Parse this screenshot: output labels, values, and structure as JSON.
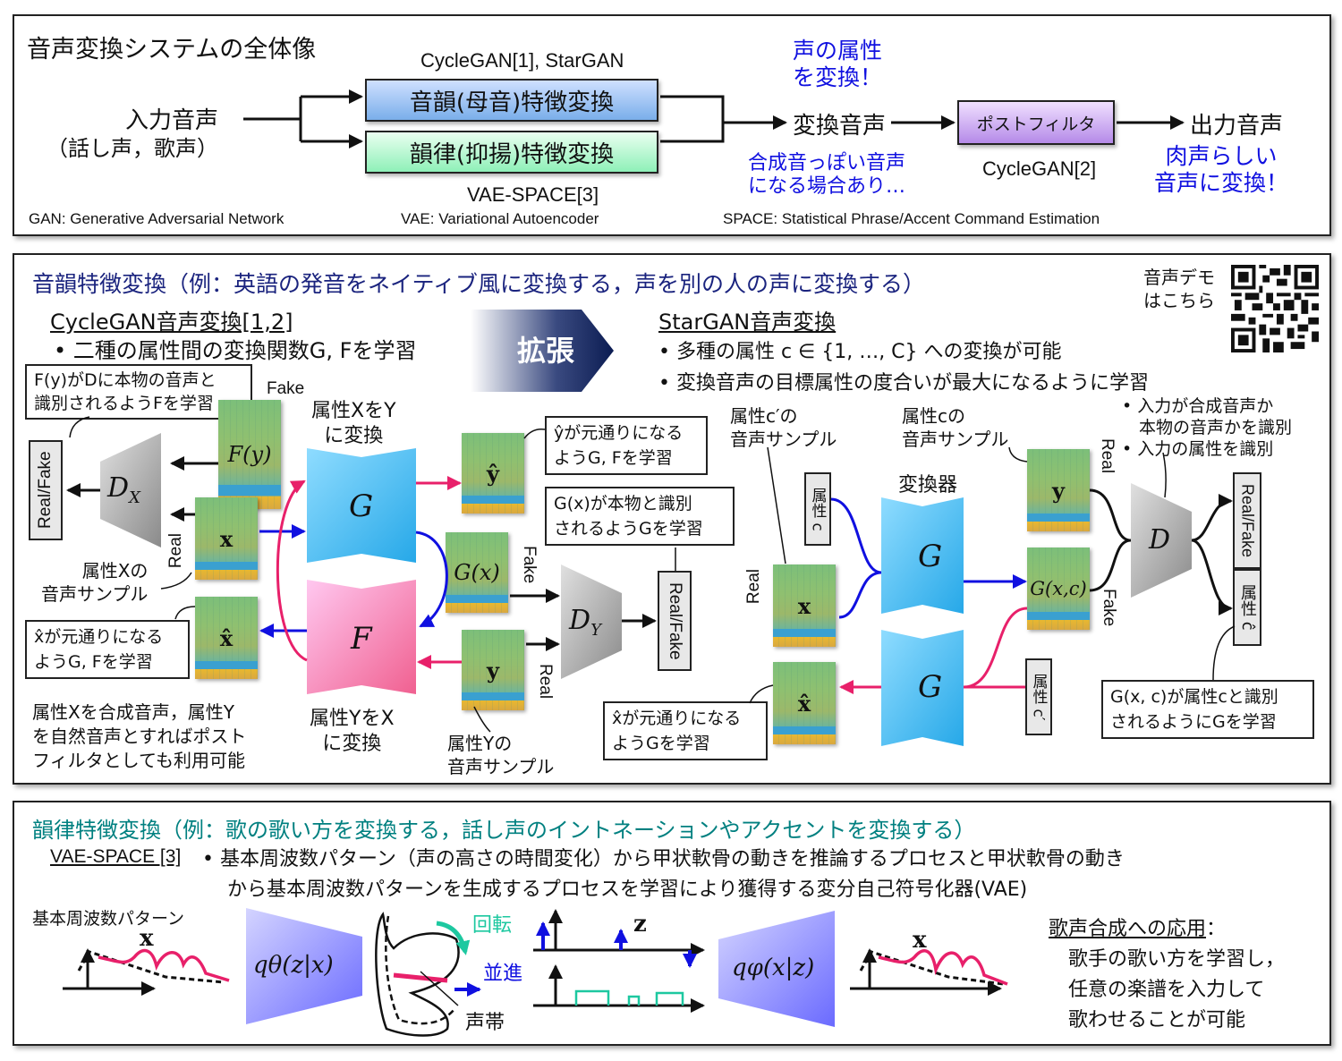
{
  "overview": {
    "title": "音声変換システムの全体像",
    "input_label": "入力音声",
    "input_sub": "（話し声，歌声）",
    "top_method": "CycleGAN[1], StarGAN",
    "box_phonetic": "音韻(母音)特徴変換",
    "box_prosodic": "韻律(抑揚)特徴変換",
    "bottom_method": "VAE-SPACE[3]",
    "converted_label": "変換音声",
    "attr_note": [
      "声の属性",
      "を変換！"
    ],
    "synth_note": [
      "合成音っぽい音声",
      "になる場合あり…"
    ],
    "postfilter_label": "ポストフィルタ",
    "postfilter_method": "CycleGAN[2]",
    "output_label": "出力音声",
    "output_note": [
      "肉声らしい",
      "音声に変換！"
    ],
    "footnotes": {
      "gan": "GAN: Generative Adversarial Network",
      "vae": "VAE: Variational Autoencoder",
      "space": "SPACE: Statistical Phrase/Accent Command Estimation"
    },
    "colors": {
      "note_blue": "#1010e0",
      "phonetic_box_top": "#cfe0ff",
      "phonetic_box_bottom": "#7aaeea",
      "prosodic_box_top": "#eafff0",
      "prosodic_box_bottom": "#8ef0b8",
      "postfilter_top": "#f0e0ff",
      "postfilter_bottom": "#b58ae8"
    }
  },
  "phonetic": {
    "heading": "音韻特徴変換（例：英語の発音をネイティブ風に変換する，声を別の人の声に変換する）",
    "heading_color": "#1a237e",
    "demo_label": [
      "音声デモ",
      "はこちら"
    ],
    "qr_icon": "qr-code-icon",
    "cyclegan": {
      "title": "CycleGAN音声変換[1,2]",
      "bullet": "• 二種の属性間の変換関数G, Fを学習",
      "note_fy": [
        "F(y)がDに本物の音声と",
        "識別されるようFを学習"
      ],
      "fake_top": "Fake",
      "real_left": "Real",
      "realfake_left": "Real/Fake",
      "dx": "D",
      "dx_sub": "X",
      "spec_fy": "F(y)",
      "spec_x": "x",
      "spec_xhat": "x̂",
      "spec_yhat": "ŷ",
      "spec_gx": "G(x)",
      "spec_y": "y",
      "g": "G",
      "f": "F",
      "label_x_to_y": [
        "属性XをY",
        "に変換"
      ],
      "label_y_to_x": [
        "属性YをX",
        "に変換"
      ],
      "sample_x": [
        "属性Xの",
        "音声サンプル"
      ],
      "sample_y": [
        "属性Yの",
        "音声サンプル"
      ],
      "note_xhat": [
        "x̂が元通りになる",
        "ようG, Fを学習"
      ],
      "note_yhat": [
        "ŷが元通りになる",
        "ようG, Fを学習"
      ],
      "note_gx": [
        "G(x)が本物と識別",
        "されるようGを学習"
      ],
      "fake_mid": "Fake",
      "real_mid": "Real",
      "dy": "D",
      "dy_sub": "Y",
      "realfake_mid": "Real/Fake",
      "postfilter_note": [
        "属性Xを合成音声，属性Y",
        "を自然音声とすればポスト",
        "フィルタとしても利用可能"
      ]
    },
    "expand_label": "拡張",
    "stargan": {
      "title": "StarGAN音声変換",
      "bullets": [
        "• 多種の属性 c ∈ {1, …, C} への変換が可能",
        "• 変換音声の目標属性の度合いが最大になるように学習"
      ],
      "sample_cprime": [
        "属性c′の",
        "音声サンプル"
      ],
      "sample_c": [
        "属性cの",
        "音声サンプル"
      ],
      "converter_label": "変換器",
      "attr_c": "属性 c",
      "attr_cprime": "属性 c′",
      "real_left": "Real",
      "spec_x": "x",
      "spec_xhat": "x̂",
      "spec_y": "y",
      "spec_gxc": "G(x,c)",
      "g": "G",
      "d": "D",
      "real_right": "Real",
      "fake_right": "Fake",
      "d_bullets": [
        "• 入力が合成音声か",
        "　本物の音声かを識別",
        "• 入力の属性を識別"
      ],
      "realfake": "Real/Fake",
      "attr_chat": "属性 ĉ",
      "note_xhat": [
        "x̂が元通りになる",
        "ようGを学習"
      ],
      "note_gxc": [
        "G(x, c)が属性cと識別",
        "されるようにGを学習"
      ]
    }
  },
  "prosodic": {
    "heading": "韻律特徴変換（例：歌の歌い方を変換する，話し声のイントネーションやアクセントを変換する）",
    "heading_color": "#008080",
    "method": "VAE-SPACE [3]",
    "desc": [
      "• 基本周波数パターン（声の高さの時間変化）から甲状軟骨の動きを推論するプロセスと甲状軟骨の動き",
      "から基本周波数パターンを生成するプロセスを学習により獲得する変分自己符号化器(VAE)"
    ],
    "f0_label": "基本周波数パターン",
    "x_label": "x",
    "encoder": "qθ(z|x)",
    "decoder": "qφ(x|z)",
    "rotation": "回転",
    "translation": "並進",
    "vocal_folds": "声帯",
    "z_label": "z",
    "x_out_label": "x",
    "app_title": "歌声合成への応用",
    "app_colon": "：",
    "app_lines": [
      "歌手の歌い方を学習し，",
      "任意の楽譜を入力して",
      "歌わせることが可能"
    ],
    "colors": {
      "rotation": "#1dc8a0",
      "translation": "#1010e0",
      "curve": "#e8206a"
    }
  }
}
